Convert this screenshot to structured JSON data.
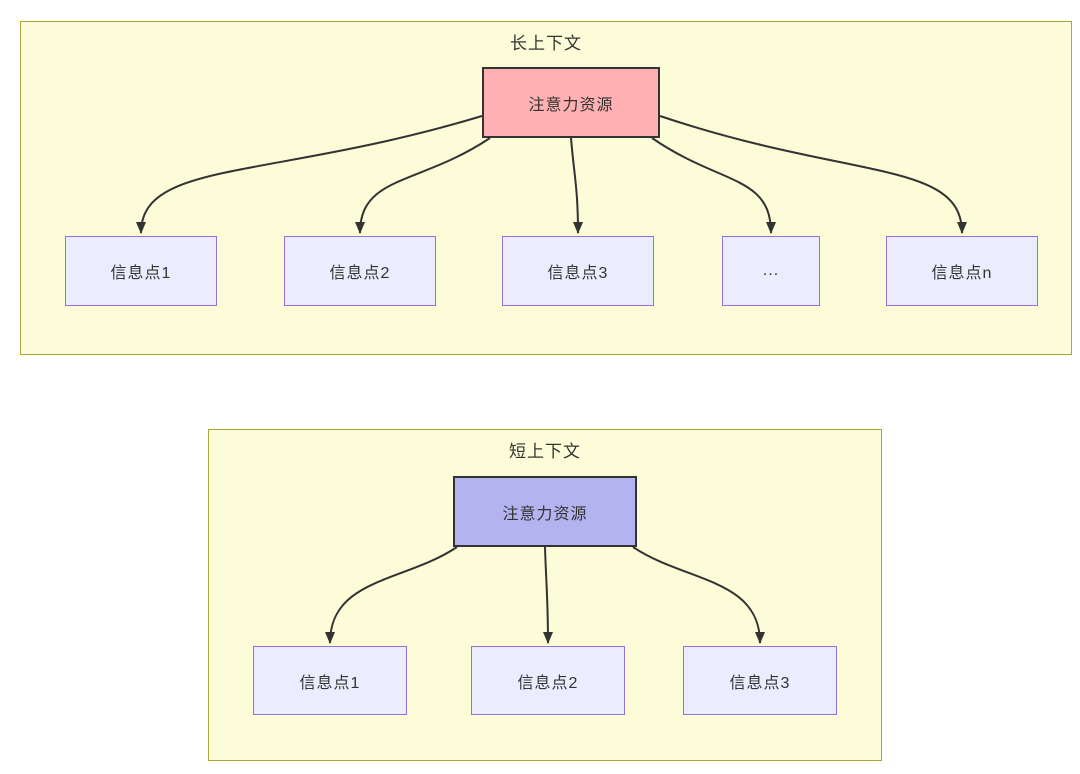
{
  "long_context": {
    "title": "长上下文",
    "source_label": "注意力资源",
    "targets": [
      "信息点1",
      "信息点2",
      "信息点3",
      "...",
      "信息点n"
    ]
  },
  "short_context": {
    "title": "短上下文",
    "source_label": "注意力资源",
    "targets": [
      "信息点1",
      "信息点2",
      "信息点3"
    ]
  },
  "colors": {
    "container_fill": "#fcfcd9",
    "container_border": "#a9a93a",
    "long_source_fill": "#ffb0b3",
    "short_source_fill": "#b3b3f0",
    "source_border": "#333333",
    "target_fill": "#ececff",
    "target_border": "#9370db",
    "edge_stroke": "#333333",
    "text_color": "#333333"
  }
}
